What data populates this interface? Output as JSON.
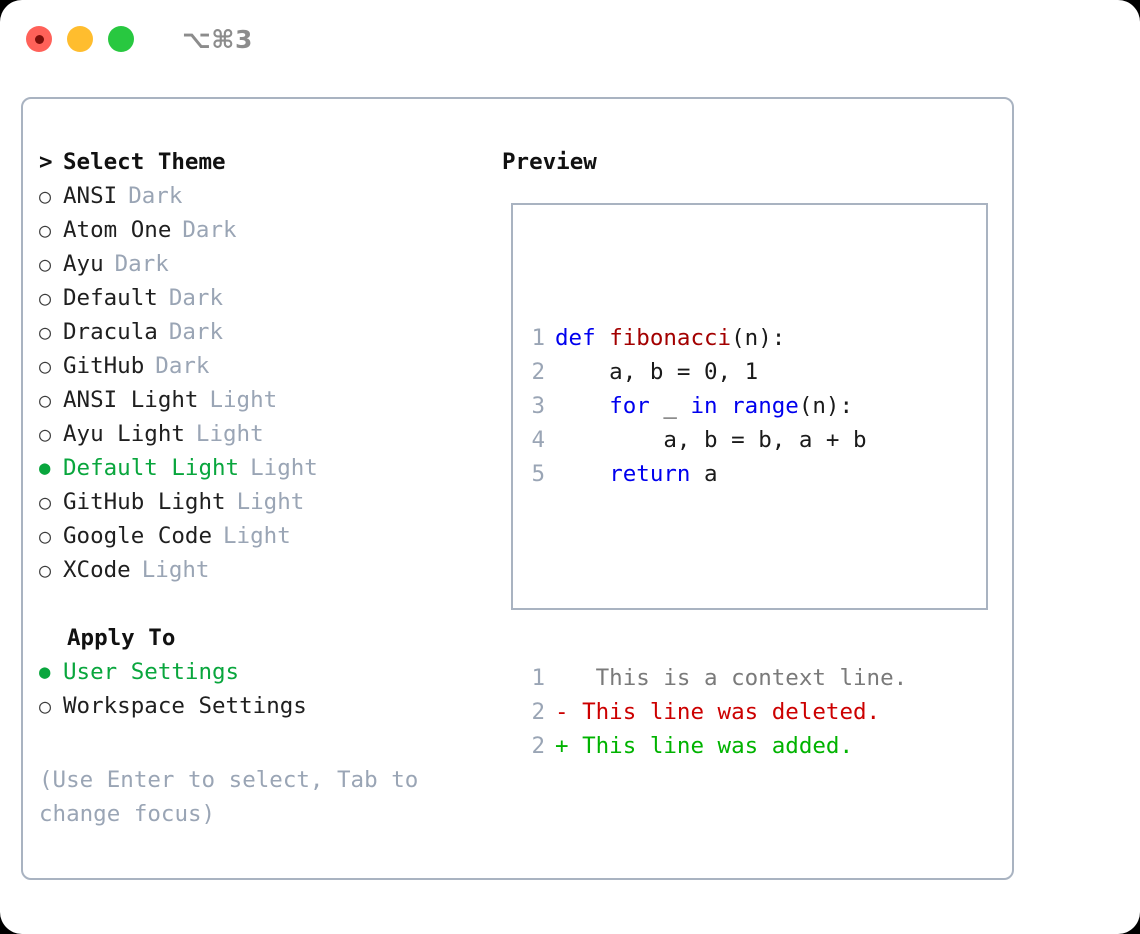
{
  "window": {
    "title": "⌥⌘3",
    "traffic_lights": [
      {
        "name": "close",
        "color": "#ff6159",
        "recording": true
      },
      {
        "name": "minimize",
        "color": "#ffbd2e",
        "recording": false
      },
      {
        "name": "maximize",
        "color": "#28c840",
        "recording": false
      }
    ]
  },
  "colors": {
    "panel_border": "#a9b3c1",
    "accent_green": "#09a63d",
    "muted": "#9aa5b5",
    "keyword_blue": "#0000ee",
    "function_red": "#a30000",
    "diff_delete": "#cc0000",
    "diff_add": "#00b300"
  },
  "theme_picker": {
    "header": "Select Theme",
    "caret": ">",
    "bullet_off": "○",
    "bullet_on": "●",
    "items": [
      {
        "label": "ANSI",
        "tag": "Dark",
        "selected": false
      },
      {
        "label": "Atom One",
        "tag": "Dark",
        "selected": false
      },
      {
        "label": "Ayu",
        "tag": "Dark",
        "selected": false
      },
      {
        "label": "Default",
        "tag": "Dark",
        "selected": false
      },
      {
        "label": "Dracula",
        "tag": "Dark",
        "selected": false
      },
      {
        "label": "GitHub",
        "tag": "Dark",
        "selected": false
      },
      {
        "label": "ANSI Light",
        "tag": "Light",
        "selected": false
      },
      {
        "label": "Ayu Light",
        "tag": "Light",
        "selected": false
      },
      {
        "label": "Default Light",
        "tag": "Light",
        "selected": true
      },
      {
        "label": "GitHub Light",
        "tag": "Light",
        "selected": false
      },
      {
        "label": "Google Code",
        "tag": "Light",
        "selected": false
      },
      {
        "label": "XCode",
        "tag": "Light",
        "selected": false
      }
    ]
  },
  "apply_to": {
    "header": "Apply To",
    "items": [
      {
        "label": "User Settings",
        "selected": true
      },
      {
        "label": "Workspace Settings",
        "selected": false
      }
    ]
  },
  "hint": "(Use Enter to select, Tab to change focus)",
  "preview": {
    "title": "Preview",
    "code_lines": [
      {
        "num": "1",
        "tokens": [
          {
            "text": "def ",
            "kind": "kw"
          },
          {
            "text": "fibonacci",
            "kind": "fn"
          },
          {
            "text": "(n):",
            "kind": "plain"
          }
        ]
      },
      {
        "num": "2",
        "tokens": [
          {
            "text": "    a, b = 0, 1",
            "kind": "plain"
          }
        ]
      },
      {
        "num": "3",
        "tokens": [
          {
            "text": "    ",
            "kind": "plain"
          },
          {
            "text": "for",
            "kind": "kw"
          },
          {
            "text": " _ ",
            "kind": "plain"
          },
          {
            "text": "in",
            "kind": "kw"
          },
          {
            "text": " ",
            "kind": "plain"
          },
          {
            "text": "range",
            "kind": "kw"
          },
          {
            "text": "(n):",
            "kind": "plain"
          }
        ]
      },
      {
        "num": "4",
        "tokens": [
          {
            "text": "        a, b = b, a + b",
            "kind": "plain"
          }
        ]
      },
      {
        "num": "5",
        "tokens": [
          {
            "text": "    ",
            "kind": "plain"
          },
          {
            "text": "return",
            "kind": "kw"
          },
          {
            "text": " a",
            "kind": "plain"
          }
        ]
      }
    ],
    "diff_lines": [
      {
        "num": "1",
        "marker": " ",
        "text": "  This is a context line.",
        "kind": "ctx"
      },
      {
        "num": "2",
        "marker": "-",
        "text": " This line was deleted.",
        "kind": "del"
      },
      {
        "num": "2",
        "marker": "+",
        "text": " This line was added.",
        "kind": "add"
      }
    ]
  }
}
